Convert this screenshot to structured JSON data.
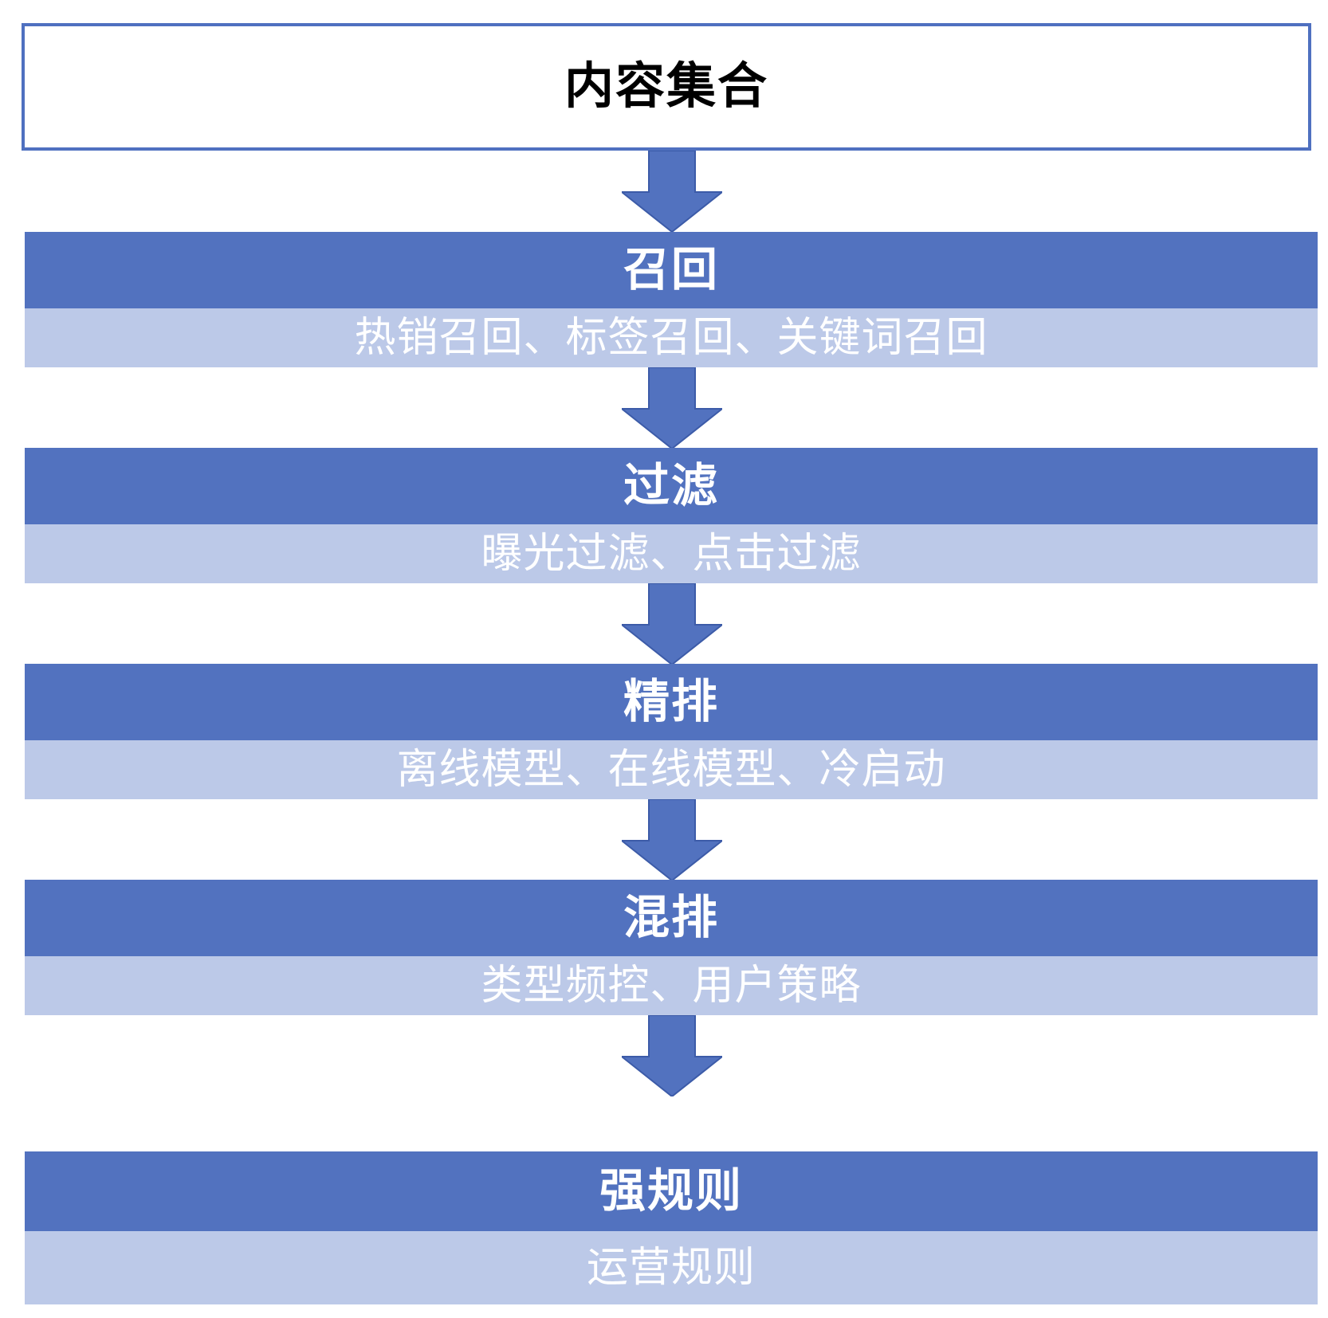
{
  "diagram": {
    "title": "内容集合",
    "source": {
      "label": "内容集合",
      "border_color": "#4f70c0",
      "background": "#ffffff",
      "text_color": "#000000"
    },
    "colors": {
      "header_band": "#5272bf",
      "body_band": "#bcc9e8",
      "arrow_fill": "#5272bf",
      "arrow_stroke": "#3c5ba8",
      "header_text": "#ffffff",
      "body_text": "#ffffff",
      "source_text": "#000000"
    },
    "stages": [
      {
        "header": "召回",
        "body": "热销召回、标签召回、关键词召回"
      },
      {
        "header": "过滤",
        "body": "曝光过滤、点击过滤"
      },
      {
        "header": "精排",
        "body": "离线模型、在线模型、冷启动"
      },
      {
        "header": "混排",
        "body": "类型频控、用户策略"
      },
      {
        "header": "强规则",
        "body": "运营规则"
      }
    ],
    "arrows": [
      {
        "from": "内容集合",
        "to": "召回"
      },
      {
        "from": "召回",
        "to": "过滤"
      },
      {
        "from": "过滤",
        "to": "精排"
      },
      {
        "from": "精排",
        "to": "混排"
      },
      {
        "from": "混排",
        "to": "强规则"
      }
    ]
  }
}
